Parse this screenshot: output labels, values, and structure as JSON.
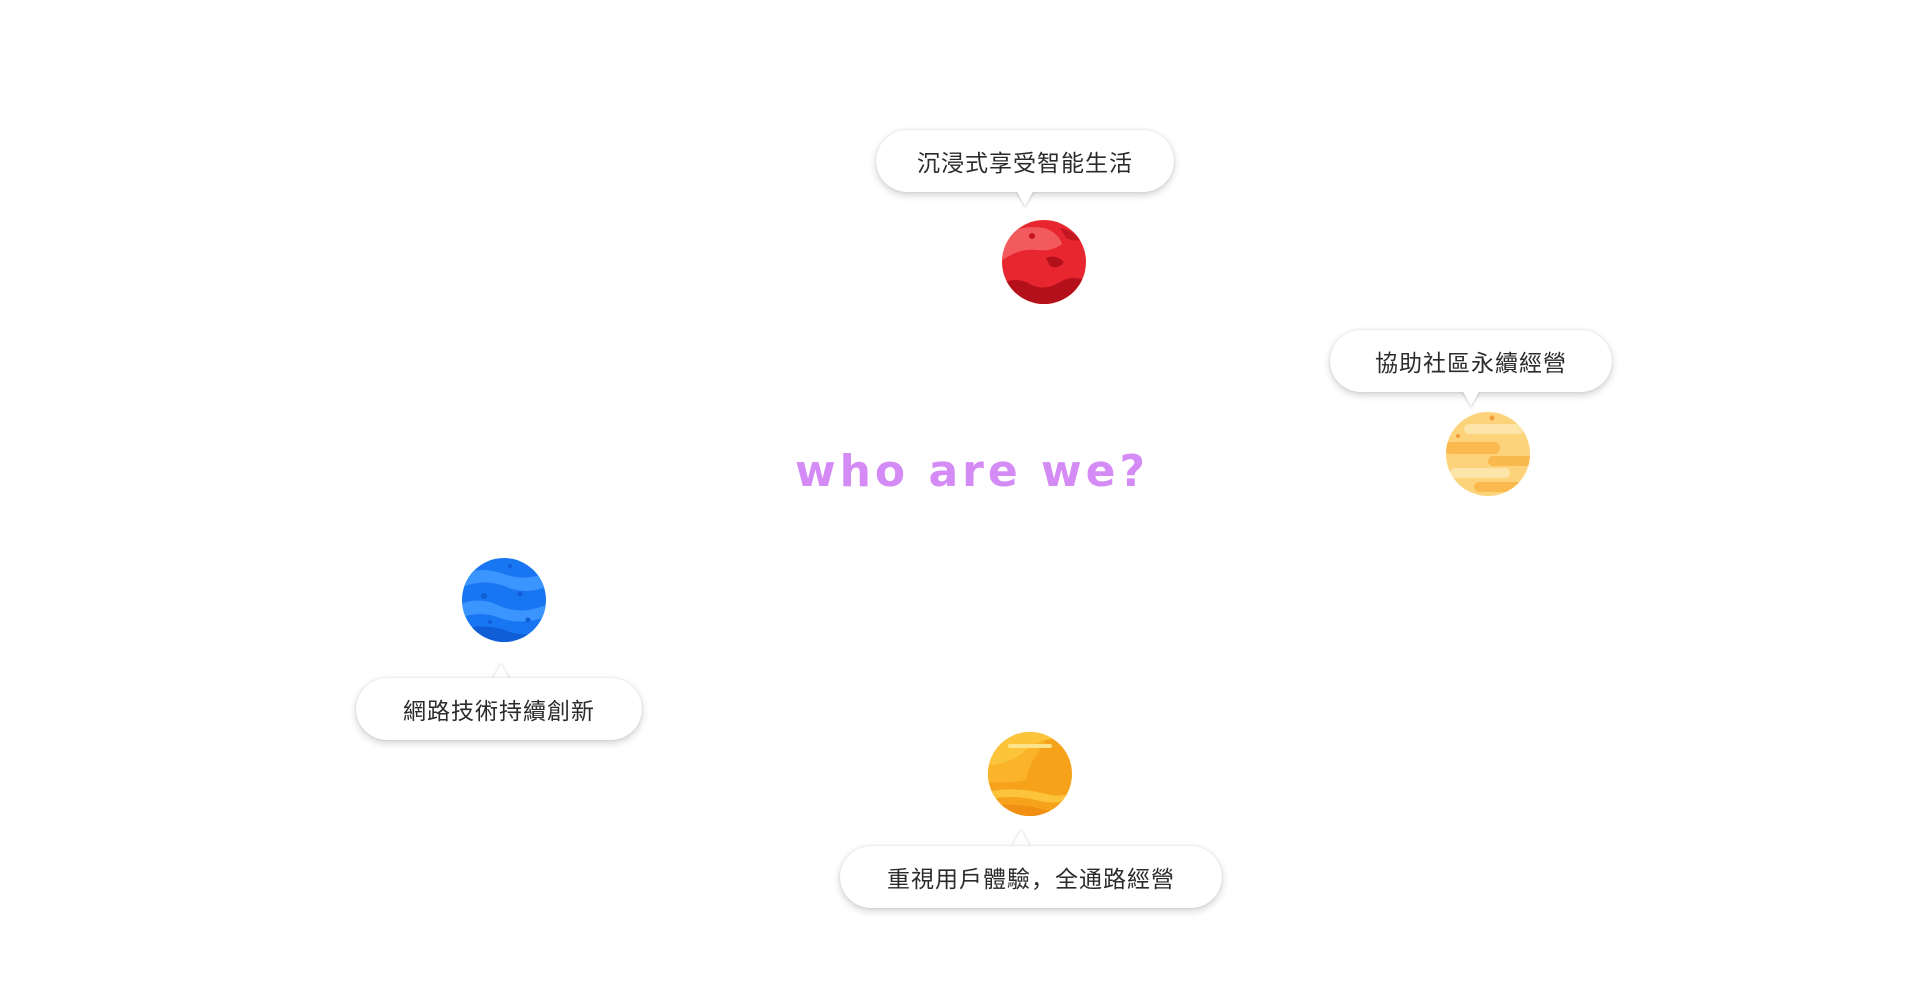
{
  "main": {
    "title": "who are we?"
  },
  "planets": [
    {
      "name": "red",
      "label": "沉浸式享受智能生活",
      "color": "#e8262f",
      "icon": "red-planet-icon"
    },
    {
      "name": "pale-orange",
      "label": "協助社區永續經營",
      "color": "#f9b94c",
      "icon": "striped-planet-icon"
    },
    {
      "name": "blue",
      "label": "網路技術持續創新",
      "color": "#1876f2",
      "icon": "blue-planet-icon"
    },
    {
      "name": "orange",
      "label": "重視用戶體驗，全通路經營",
      "color": "#f7a21b",
      "icon": "orange-planet-icon"
    }
  ]
}
